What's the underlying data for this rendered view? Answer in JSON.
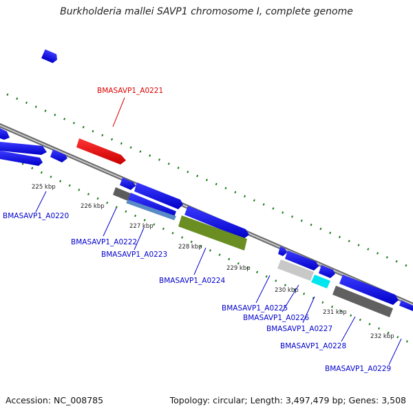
{
  "title": "Burkholderia mallei SAVP1 chromosome I, complete genome",
  "footer": {
    "accession": "Accession: NC_008785",
    "summary": "Topology: circular; Length: 3,497,479 bp; Genes: 3,508"
  },
  "colors": {
    "backbone": "#8a8a8a",
    "tick": "#1a7a1a",
    "gene_forward": "#0000ee",
    "gene_highlight": "#ee0000",
    "label_blue": "#0000cc",
    "label_red": "#dd0000"
  },
  "ticks": [
    {
      "label": "225 kbp"
    },
    {
      "label": "226 kbp"
    },
    {
      "label": "227 kbp"
    },
    {
      "label": "228 kbp"
    },
    {
      "label": "229 kbp"
    },
    {
      "label": "230 kbp"
    },
    {
      "label": "231 kbp"
    },
    {
      "label": "232 kbp"
    }
  ],
  "gene_labels": [
    {
      "text": "BMASAVP1_A0221",
      "color": "red"
    },
    {
      "text": "BMASAVP1_A0220",
      "color": "blue"
    },
    {
      "text": "BMASAVP1_A0222",
      "color": "blue"
    },
    {
      "text": "BMASAVP1_A0223",
      "color": "blue"
    },
    {
      "text": "BMASAVP1_A0224",
      "color": "blue"
    },
    {
      "text": "BMASAVP1_A0225",
      "color": "blue"
    },
    {
      "text": "BMASAVP1_A0226",
      "color": "blue"
    },
    {
      "text": "BMASAVP1_A0227",
      "color": "blue"
    },
    {
      "text": "BMASAVP1_A0228",
      "color": "blue"
    },
    {
      "text": "BMASAVP1_A0229",
      "color": "blue"
    }
  ]
}
